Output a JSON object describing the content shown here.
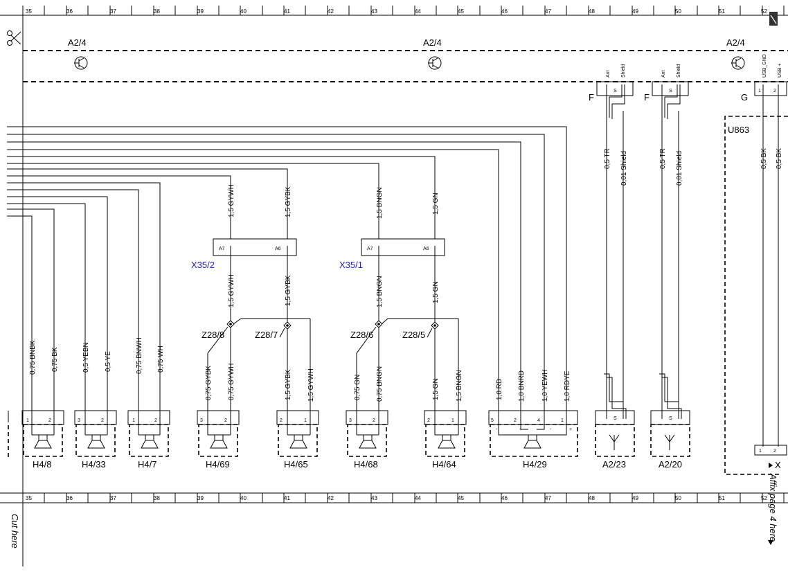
{
  "grid": {
    "columns": [
      "35",
      "36",
      "37",
      "38",
      "39",
      "40",
      "41",
      "42",
      "43",
      "44",
      "45",
      "46",
      "47",
      "48",
      "49",
      "50",
      "51",
      "52"
    ]
  },
  "top_components": [
    {
      "label": "A2/4"
    },
    {
      "label": "A2/4"
    },
    {
      "label": "A2/4"
    }
  ],
  "antenna_connectors": {
    "F1": {
      "label": "F",
      "pin_ant": "Ant",
      "pin_shield": "Shield",
      "pin_s": "S"
    },
    "F2": {
      "label": "F",
      "pin_ant": "Ant",
      "pin_shield": "Shield",
      "pin_s": "S"
    },
    "G": {
      "label": "G",
      "pin_gnd": "USB_GND",
      "pin_usb": "USB +",
      "pin1": "1",
      "pin2": "2"
    }
  },
  "module": {
    "label": "U863",
    "pin1": "1",
    "pin2": "2",
    "side_label": "X"
  },
  "connectors": [
    {
      "label": "X35/2",
      "pin_a": "A7",
      "pin_b": "A6"
    },
    {
      "label": "X35/1",
      "pin_a": "A7",
      "pin_b": "A6"
    }
  ],
  "splices": [
    "Z28/8",
    "Z28/7",
    "Z28/6",
    "Z28/5"
  ],
  "wires": {
    "x352_a": "1,5 GYWH",
    "x352_b": "1,5 GYBK",
    "x351_a": "1,5 BNGN",
    "x351_b": "1,5 GN",
    "h48_a": "0,75 BNBK",
    "h48_b": "0,75 BK",
    "h433_a": "0,5 YEBN",
    "h433_b": "0,5 YE",
    "h47_a": "0,75 BNWH",
    "h47_b": "0,75 WH",
    "h469_a": "0,75 GYBK",
    "h469_b": "0,75 GYWH",
    "h465_a": "1,5 GYBK",
    "h465_b": "1,5 GYWH",
    "h468_a": "0,75 GN",
    "h468_b": "0,75 BNGN",
    "h464_a": "1,5 GN",
    "h464_b": "1,5 BNGN",
    "h429_a": "1,0 RD",
    "h429_b": "1,0 BNRD",
    "h429_c": "1,0 YEWH",
    "h429_d": "1,0 RDYE",
    "f1_a": "0,5 TR",
    "f1_b": "0,01 Shield",
    "f2_a": "0,5 TR",
    "f2_b": "0,01 Shield",
    "u863_a": "0,5 BK",
    "u863_b": "0,5 BK"
  },
  "bottom_components": {
    "h48": {
      "label": "H4/8",
      "p1": "1",
      "p2": "2"
    },
    "h433": {
      "label": "H4/33",
      "p1": "3",
      "p2": "2"
    },
    "h47": {
      "label": "H4/7",
      "p1": "1",
      "p2": "2"
    },
    "h469": {
      "label": "H4/69",
      "p1": "3",
      "p2": "2"
    },
    "h465": {
      "label": "H4/65",
      "p1": "2",
      "p2": "1"
    },
    "h468": {
      "label": "H4/68",
      "p1": "3",
      "p2": "2"
    },
    "h464": {
      "label": "H4/64",
      "p1": "2",
      "p2": "1"
    },
    "h429": {
      "label": "H4/29",
      "p5": "5",
      "p2": "2",
      "p4": "4",
      "p1": "1",
      "minus": "-",
      "plus": "+"
    },
    "a223": {
      "label": "A2/23",
      "pin_s": "S"
    },
    "a220": {
      "label": "A2/20",
      "pin_s": "S"
    }
  },
  "notes": {
    "cut_here": "Cut here",
    "affix": "Affix page 4 here"
  }
}
